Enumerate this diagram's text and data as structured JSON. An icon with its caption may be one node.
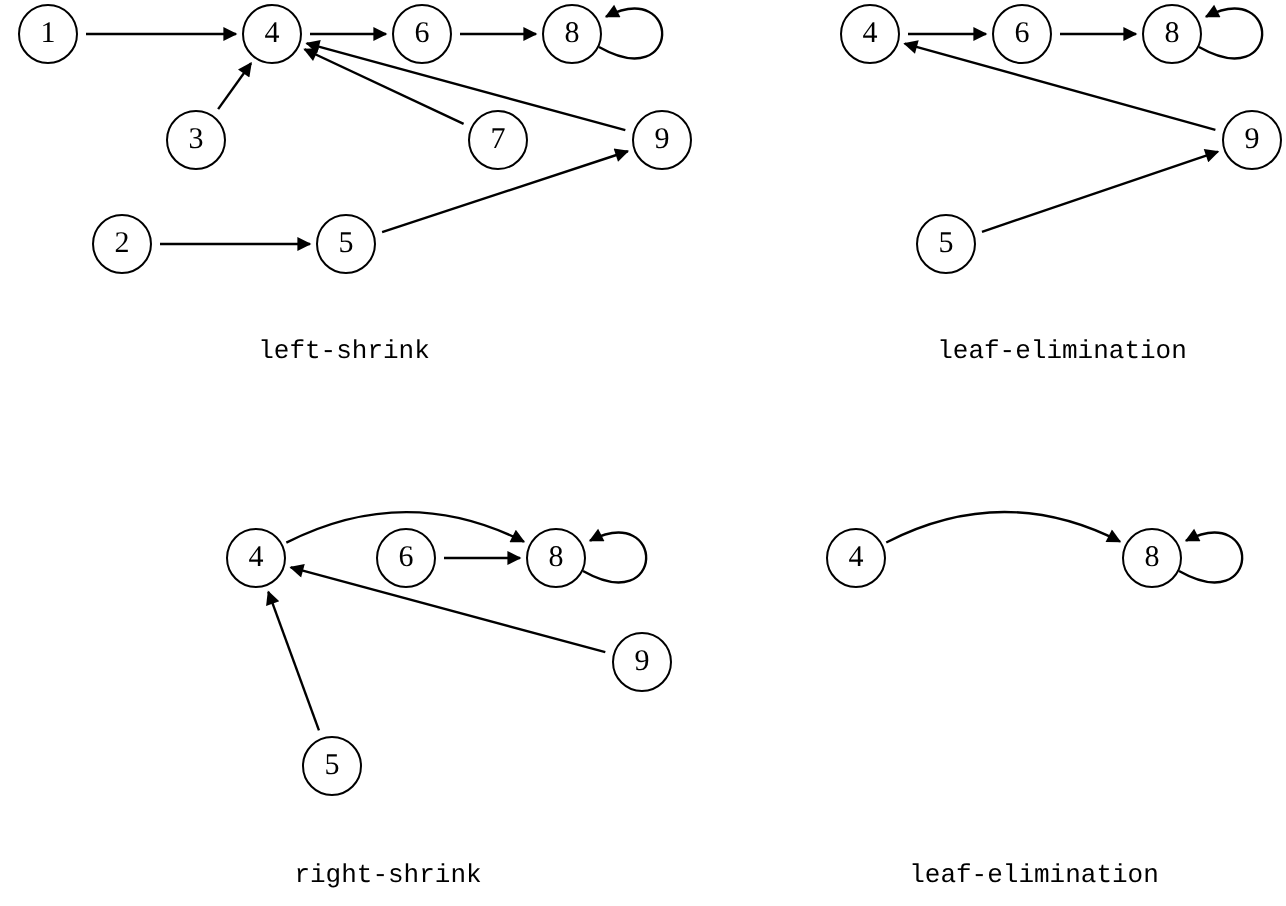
{
  "diagram": {
    "nodes": [
      {
        "text": [
          "1"
        ]
      },
      {
        "text": [
          "4"
        ]
      },
      {
        "text": [
          "6"
        ]
      },
      {
        "text": [
          "8"
        ]
      },
      {
        "text": [
          "3"
        ]
      },
      {
        "text": [
          "7"
        ]
      },
      {
        "text": [
          "9"
        ]
      },
      {
        "text": [
          "2"
        ]
      },
      {
        "text": [
          "5"
        ]
      },
      {
        "text": [
          "4"
        ]
      },
      {
        "text": [
          "6"
        ]
      },
      {
        "text": [
          "8"
        ]
      },
      {
        "text": [
          "9"
        ]
      },
      {
        "text": [
          "5"
        ]
      },
      {
        "text": [
          "4"
        ]
      },
      {
        "text": [
          "6"
        ]
      },
      {
        "text": [
          "8"
        ]
      },
      {
        "text": [
          "9"
        ]
      },
      {
        "text": [
          "5"
        ]
      },
      {
        "text": [
          "4"
        ]
      },
      {
        "text": [
          "8"
        ]
      }
    ],
    "edges": [
      {
        "from": 0,
        "to": 1,
        "arrow": "to"
      },
      {
        "from": 1,
        "to": 2,
        "arrow": "to"
      },
      {
        "from": 2,
        "to": 3,
        "arrow": "to"
      },
      {
        "from": 3,
        "to": 3,
        "arrow": "to"
      },
      {
        "from": 4,
        "to": 1,
        "arrow": "to"
      },
      {
        "from": 5,
        "to": 1,
        "arrow": "to"
      },
      {
        "from": 6,
        "to": 1,
        "arrow": "to"
      },
      {
        "from": 7,
        "to": 8,
        "arrow": "to"
      },
      {
        "from": 8,
        "to": 6,
        "arrow": "to"
      },
      {
        "from": 9,
        "to": 10,
        "arrow": "to"
      },
      {
        "from": 10,
        "to": 11,
        "arrow": "to"
      },
      {
        "from": 11,
        "to": 11,
        "arrow": "to"
      },
      {
        "from": 12,
        "to": 9,
        "arrow": "to"
      },
      {
        "from": 13,
        "to": 12,
        "arrow": "to"
      },
      {
        "from": 14,
        "to": 16,
        "arrow": "to"
      },
      {
        "from": 15,
        "to": 16,
        "arrow": "to"
      },
      {
        "from": 16,
        "to": 16,
        "arrow": "to"
      },
      {
        "from": 17,
        "to": 14,
        "arrow": "to"
      },
      {
        "from": 18,
        "to": 14,
        "arrow": "to"
      },
      {
        "from": 19,
        "to": 20,
        "arrow": "to"
      },
      {
        "from": 20,
        "to": 20,
        "arrow": "to"
      }
    ],
    "labels": [
      "left-shrink",
      "leaf-elimination",
      "right-shrink",
      "leaf-elimination"
    ]
  }
}
